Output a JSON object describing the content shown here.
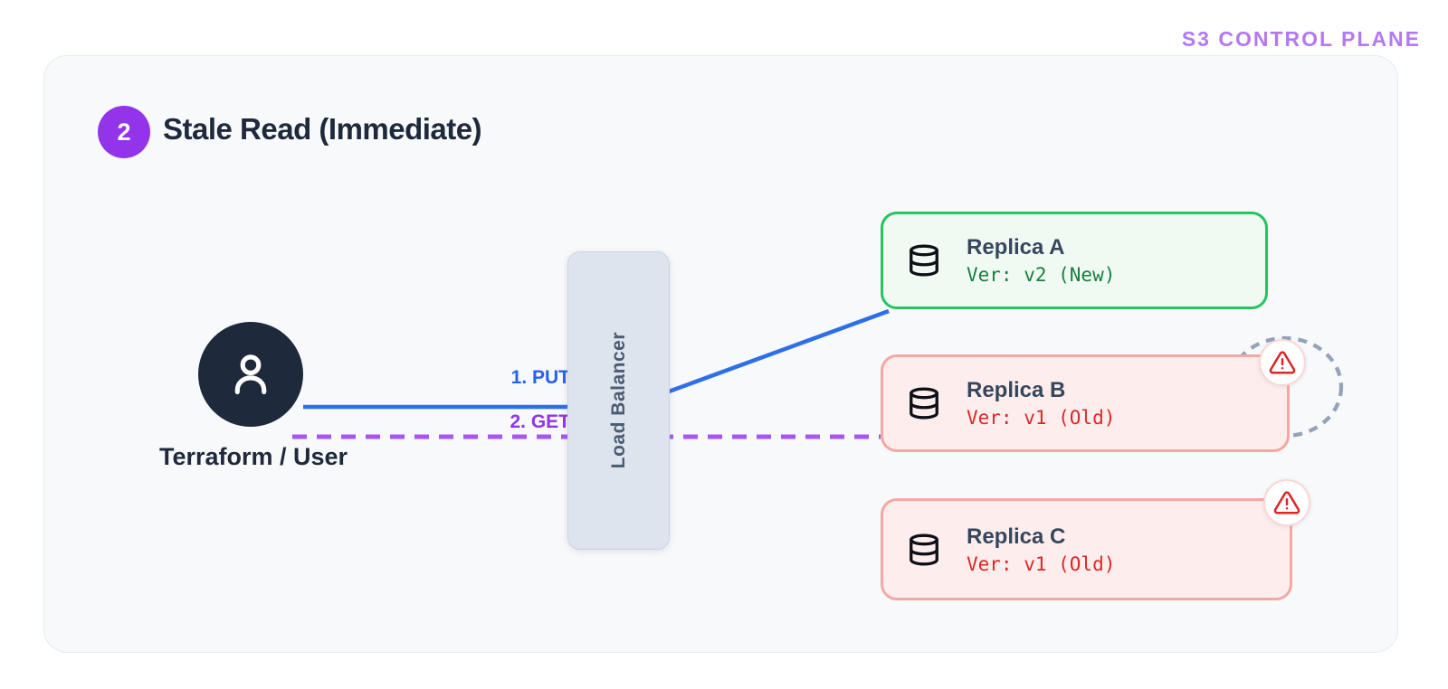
{
  "header": {
    "control_plane_label": "S3 CONTROL PLANE"
  },
  "panel": {
    "step_number": "2",
    "title": "Stale Read (Immediate)"
  },
  "actor": {
    "label": "Terraform / User",
    "icon": "person-icon"
  },
  "load_balancer": {
    "label": "Load Balancer"
  },
  "requests": [
    {
      "label": "1. PUT",
      "type": "put",
      "line_style": "solid",
      "color": "#2563eb"
    },
    {
      "label": "2. GET",
      "type": "get",
      "line_style": "dashed",
      "color": "#9333ea"
    }
  ],
  "replicas": [
    {
      "name": "Replica A",
      "version": "Ver: v2 (New)",
      "state": "new",
      "warning": false,
      "icon": "database-icon"
    },
    {
      "name": "Replica B",
      "version": "Ver: v1 (Old)",
      "state": "old",
      "warning": true,
      "icon": "database-icon"
    },
    {
      "name": "Replica C",
      "version": "Ver: v1 (Old)",
      "state": "old",
      "warning": true,
      "icon": "database-icon"
    }
  ],
  "annotations": {
    "warning_icon": "alert-triangle-icon",
    "replication_loop": "dashed-loop-around-replica-b-warning"
  },
  "colors": {
    "control_plane_label": "#b478f2",
    "step_badge": "#9333ea",
    "title_text": "#1e293b",
    "put_line": "#2e6fe8",
    "get_line": "#a855f7",
    "replica_new_border": "#22c55e",
    "replica_new_text": "#15803d",
    "replica_old_border": "#f5a8a2",
    "replica_old_text": "#dc2626",
    "loop_dash": "#94a3b8"
  }
}
